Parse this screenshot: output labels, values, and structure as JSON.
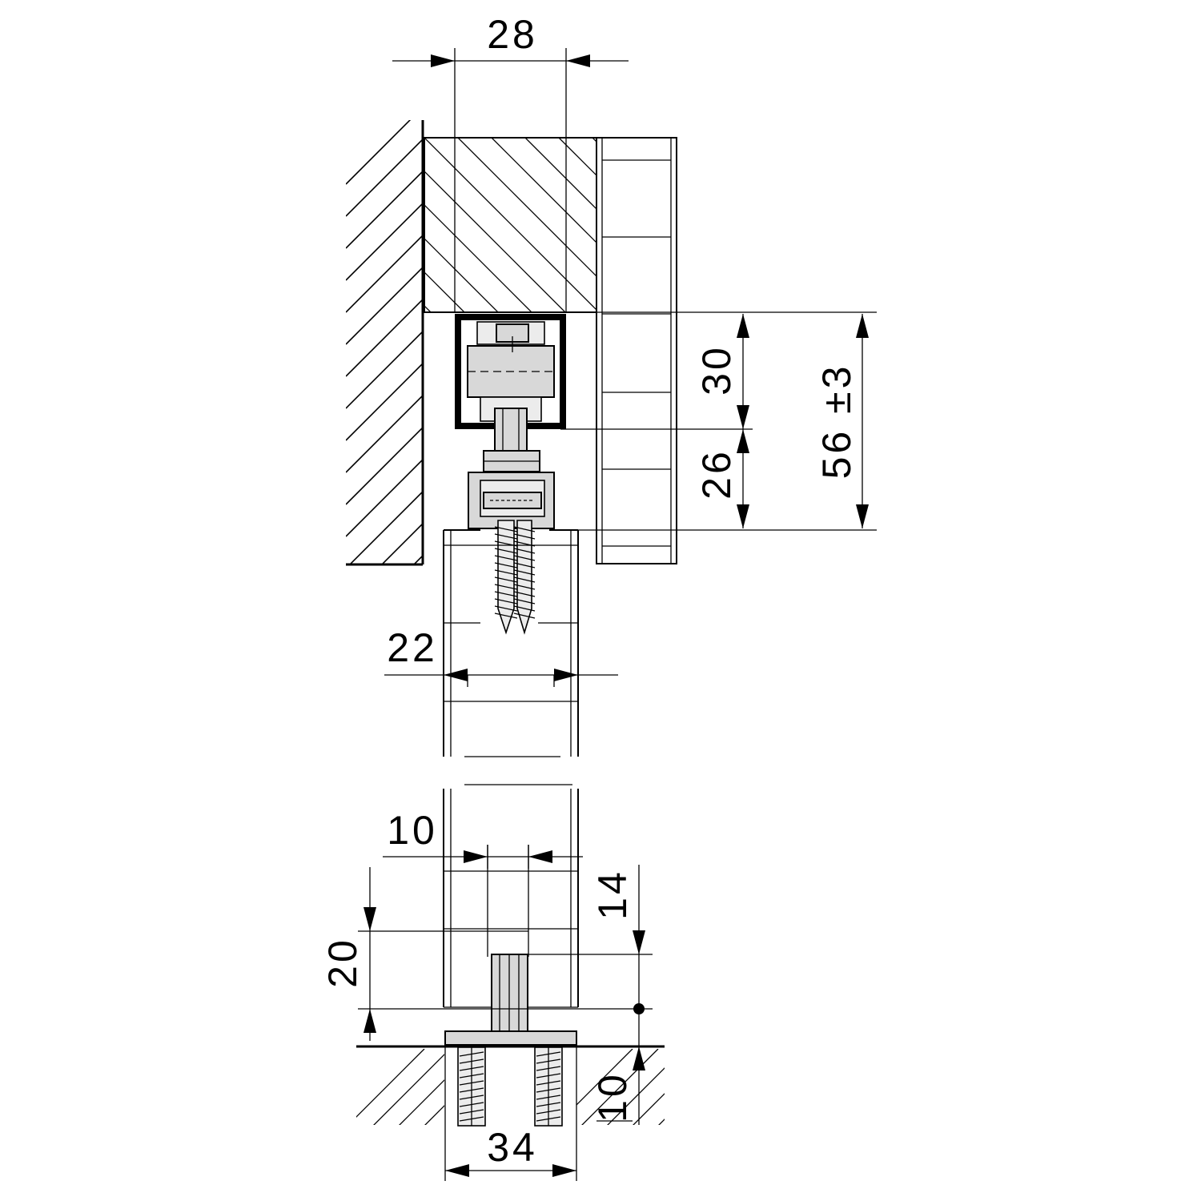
{
  "dimensions": {
    "rail_width": "28",
    "rail_height": "30",
    "hanger_height": "26",
    "total_height": "56 ±3",
    "door_thickness": "22",
    "groove_width": "10",
    "guide_engagement": "14",
    "guide_height": "20",
    "floor_recess": "10",
    "guide_base_width": "34"
  }
}
